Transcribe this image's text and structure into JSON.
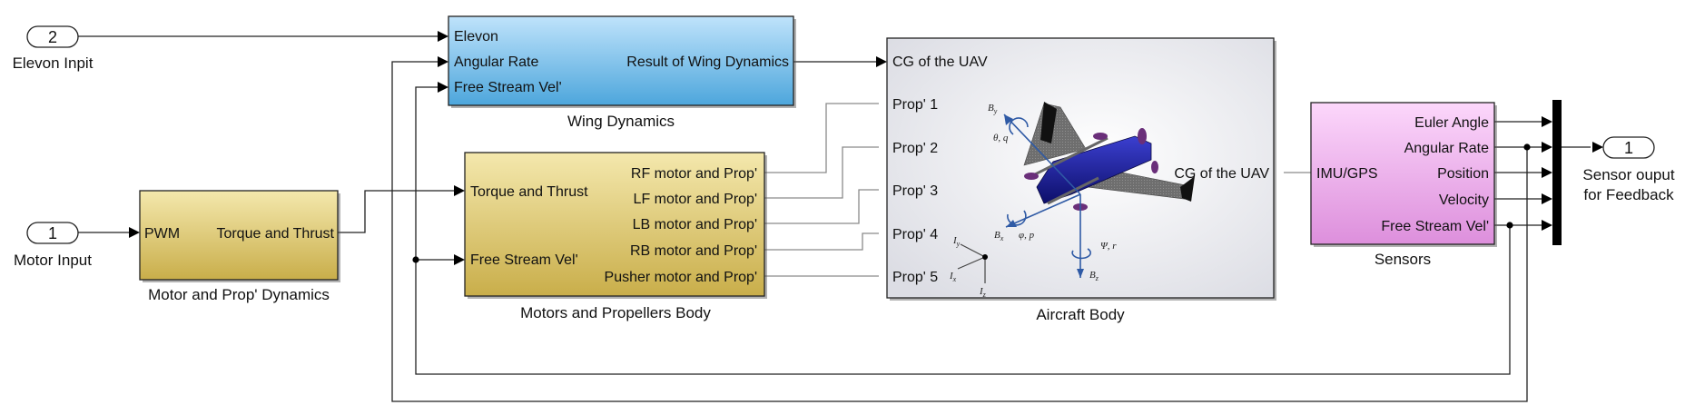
{
  "inports": {
    "elevon": {
      "number": "2",
      "label": "Elevon Inpit"
    },
    "motor": {
      "number": "1",
      "label": "Motor Input"
    }
  },
  "outport": {
    "number": "1",
    "label_line1": "Sensor ouput",
    "label_line2": "for Feedback"
  },
  "motor_prop_dynamics": {
    "caption": "Motor and Prop' Dynamics",
    "in_port": "PWM",
    "out_port": "Torque and Thrust"
  },
  "wing_dynamics": {
    "caption": "Wing Dynamics",
    "in_ports": [
      "Elevon",
      "Angular Rate",
      "Free Stream Vel'"
    ],
    "out_port": "Result of  Wing Dynamics"
  },
  "motors_body": {
    "caption": "Motors and Propellers Body",
    "in_ports": [
      "Torque and Thrust",
      "Free Stream Vel'"
    ],
    "out_ports": [
      "RF motor and Prop'",
      "LF motor and Prop'",
      "LB motor and Prop'",
      "RB motor and Prop'",
      "Pusher motor and Prop'"
    ]
  },
  "aircraft_body": {
    "caption": "Aircraft Body",
    "in_ports": [
      "CG of the UAV",
      "Prop' 1",
      "Prop' 2",
      "Prop' 3",
      "Prop' 4",
      "Prop' 5"
    ],
    "out_port": "CG of the UAV",
    "symbols": {
      "by": "B",
      "by_sub": "y",
      "theta_q": "θ, q",
      "bx": "B",
      "bx_sub": "x",
      "phi_p": "φ, p",
      "psi_r": "Ψ, r",
      "bz": "B",
      "bz_sub": "z",
      "iy": "I",
      "iy_sub": "y",
      "ix": "I",
      "ix_sub": "x",
      "iz": "I",
      "iz_sub": "z"
    }
  },
  "sensors": {
    "caption": "Sensors",
    "in_port": "IMU/GPS",
    "out_ports": [
      "Euler Angle",
      "Angular Rate",
      "Position",
      "Velocity",
      "Free Stream Vel'"
    ]
  },
  "colors": {
    "wing_fill_top": "#bfe3fb",
    "wing_fill_bottom": "#4da6dc",
    "motor_fill_top": "#f4e8ad",
    "motor_fill_bottom": "#c9ae4a",
    "sensor_fill_top": "#fcd7fb",
    "sensor_fill_bottom": "#dd8fdc",
    "mux_bar": "#000000",
    "prop_wire": "#8a8a8a"
  }
}
